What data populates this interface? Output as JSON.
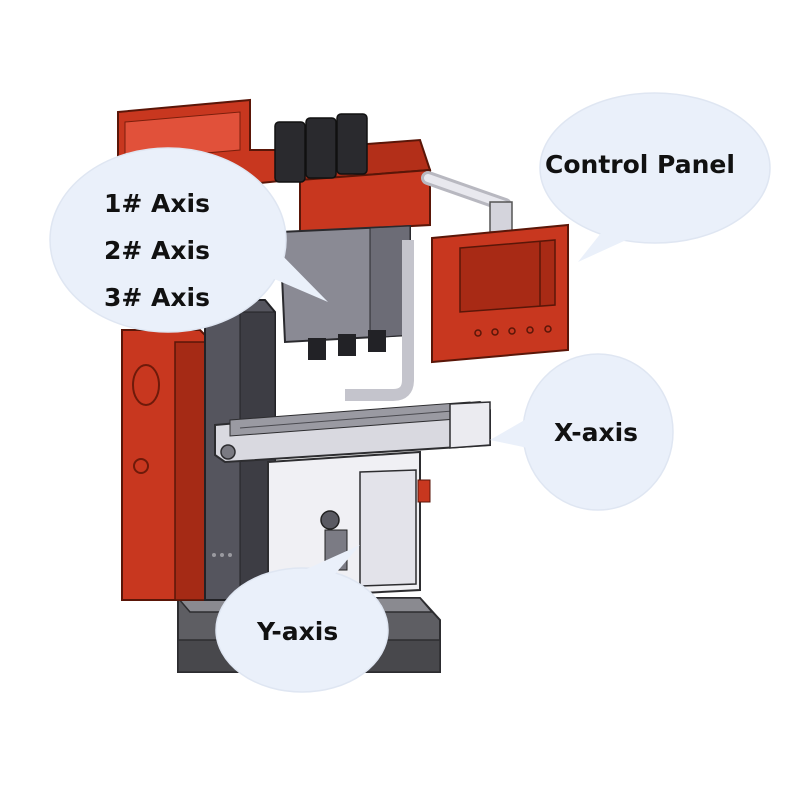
{
  "diagram": {
    "colors": {
      "machine_red": "#c8371f",
      "machine_red_dark": "#8f2210",
      "machine_red_light": "#e1513a",
      "frame_gray": "#55555e",
      "frame_gray_light": "#d9d9e0",
      "base_gray": "#6b6b70",
      "bubble_fill": "#eaf0fa",
      "bubble_stroke": "#dfe6f2",
      "label_text": "#111111"
    },
    "callouts": {
      "axes": {
        "line1": "1# Axis",
        "line2": "2# Axis",
        "line3": "3# Axis"
      },
      "control_panel": "Control Panel",
      "x_axis": "X-axis",
      "y_axis": "Y-axis"
    }
  }
}
